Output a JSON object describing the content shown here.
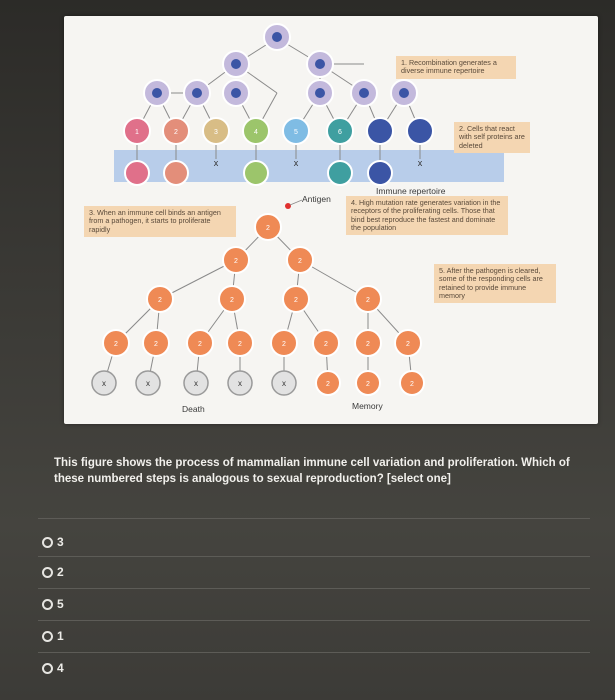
{
  "figure": {
    "notes": {
      "step1": "1. Recombination generates a diverse immune repertoire",
      "step2": "2. Cells that react with self proteins are deleted",
      "step3": "3. When an immune cell binds an antigen from a pathogen, it starts to proliferate rapidly",
      "step4": "4. High mutation rate generates variation in the receptors of the proliferating cells. Those that bind best reproduce the fastest and dominate the population",
      "step5": "5. After the pathogen is cleared, some of the responding cells are retained to provide immune memory"
    },
    "labels": {
      "antigen": "Antigen",
      "repertoire": "Immune repertoire",
      "death": "Death",
      "memory": "Memory"
    },
    "cell_markers": {
      "one": "1",
      "two": "2",
      "three": "3",
      "four": "4",
      "five": "5",
      "six": "6",
      "x": "x"
    },
    "colors": {
      "pink": "#e0708a",
      "salmon": "#e38e7a",
      "tan": "#d8bd86",
      "green": "#9cc56b",
      "sky": "#7fbce4",
      "teal": "#3f9fa0",
      "navy": "#3b55a5",
      "orange": "#ef8a55",
      "lavender": "#c3b9dc",
      "band": "#b8cdea"
    }
  },
  "question": {
    "text": "This figure shows the process of mammalian immune cell variation and proliferation. Which of these numbered steps is analogous to sexual reproduction? [select one]"
  },
  "options": [
    {
      "label": "3"
    },
    {
      "label": "2"
    },
    {
      "label": "5"
    },
    {
      "label": "1"
    },
    {
      "label": "4"
    }
  ]
}
